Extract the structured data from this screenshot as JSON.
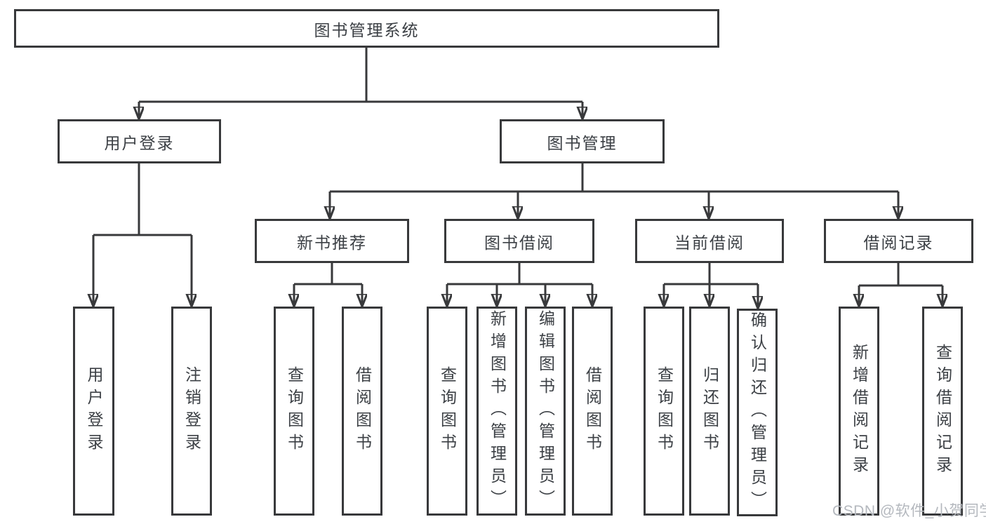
{
  "tree": {
    "label": "图书管理系统",
    "children": [
      {
        "label": "用户登录",
        "children": [
          {
            "label": "用户登录"
          },
          {
            "label": "注销登录"
          }
        ]
      },
      {
        "label": "图书管理",
        "children": [
          {
            "label": "新书推荐",
            "children": [
              {
                "label": "查询图书"
              },
              {
                "label": "借阅图书"
              }
            ]
          },
          {
            "label": "图书借阅",
            "children": [
              {
                "label": "查询图书"
              },
              {
                "label": "新增图书（管理员）"
              },
              {
                "label": "编辑图书（管理员）"
              },
              {
                "label": "借阅图书"
              }
            ]
          },
          {
            "label": "当前借阅",
            "children": [
              {
                "label": "查询图书"
              },
              {
                "label": "归还图书"
              },
              {
                "label": "确认归还（管理员）"
              }
            ]
          },
          {
            "label": "借阅记录",
            "children": [
              {
                "label": "新增借阅记录"
              },
              {
                "label": "查询借阅记录"
              }
            ]
          }
        ]
      }
    ]
  },
  "watermark": "CSDN @软件_小贺同学",
  "colors": {
    "line": "#38393b",
    "text": "#3c4045",
    "box_background": "#ffffff",
    "watermark": "#b4b8be"
  }
}
